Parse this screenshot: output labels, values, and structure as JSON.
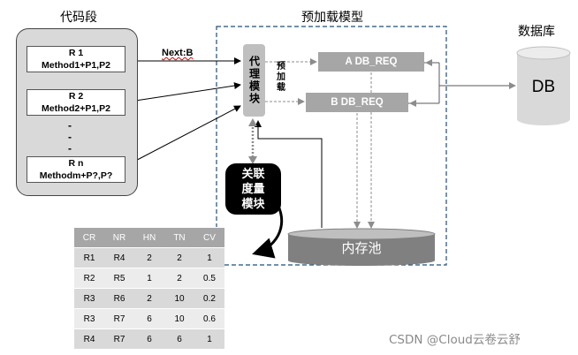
{
  "titles": {
    "code_segment": "代码段",
    "preload_model": "预加载模型",
    "database": "数据库"
  },
  "code_blocks": [
    {
      "line1": "R 1",
      "line2": "Method1+P1,P2"
    },
    {
      "line1": "R 2",
      "line2": "Method2+P1,P2"
    },
    {
      "line1": "R n",
      "line2": "Methodm+P?,P?"
    }
  ],
  "ellipsis": [
    "-",
    "-",
    "-"
  ],
  "next_label": "Next:B",
  "proxy_module": "代理模块",
  "prefetch_label": "预加载",
  "dbreq": {
    "a": "A DB_REQ",
    "b": "B DB_REQ"
  },
  "db_label": "DB",
  "metric_module": {
    "line1": "关联",
    "line2": "度量",
    "line3": "模块"
  },
  "memory_pool": "内存池",
  "table": {
    "headers": [
      "CR",
      "NR",
      "HN",
      "TN",
      "CV"
    ],
    "rows": [
      [
        "R1",
        "R4",
        "2",
        "2",
        "1"
      ],
      [
        "R2",
        "R5",
        "1",
        "2",
        "0.5"
      ],
      [
        "R3",
        "R6",
        "2",
        "10",
        "0.2"
      ],
      [
        "R3",
        "R7",
        "6",
        "10",
        "0.6"
      ],
      [
        "R4",
        "R7",
        "6",
        "6",
        "1"
      ]
    ]
  },
  "watermark": "CSDN @Cloud云卷云舒",
  "colors": {
    "panel": "#d9d9d9",
    "module": "#a6a6a6",
    "proxy": "#bfbfbf",
    "dashed_border": "#1f4e79"
  }
}
